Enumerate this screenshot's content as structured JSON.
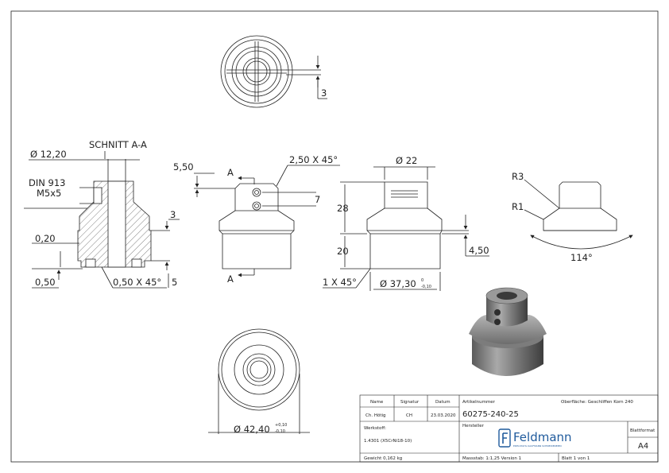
{
  "drawing": {
    "section_label": "SCHNITT A-A",
    "section_marker": "A",
    "views": {
      "top": {
        "dim_3": "3"
      },
      "section": {
        "dia": "Ø 12,20",
        "thread_1": "DIN 913",
        "thread_2": "M5x5",
        "d_3": "3",
        "d_020": "0,20",
        "d_050": "0,50",
        "chamfer": "0,50 X 45°",
        "d_5": "5"
      },
      "front": {
        "d_550": "5,50",
        "chamfer": "2,50 X 45°",
        "d_7": "7"
      },
      "side": {
        "dia22": "Ø 22",
        "d_28": "28",
        "d_20": "20",
        "d_450": "4,50",
        "chamfer": "1 X 45°",
        "dia37": "Ø 37,30",
        "tol_up": "0",
        "tol_dn": "-0,10"
      },
      "angle": {
        "r3": "R3",
        "r1": "R1",
        "angle": "114°"
      },
      "bottom": {
        "dia42": "Ø 42,40",
        "tol_up": "+0,10",
        "tol_dn": "-0,10"
      }
    }
  },
  "title_block": {
    "name_h": "Name",
    "sig_h": "Signatur",
    "date_h": "Datum",
    "name": "Ch. Hötig",
    "sig": "CH",
    "date": "23.03.2020",
    "article_h": "Artikelnummer",
    "surface": "Oberfläche: Geschliffen Korn 240",
    "article_no": "60275-240-25",
    "material_h": "Werkstoff:",
    "material": "1.4301 (X5CrNi18-10)",
    "maker_h": "Hersteller",
    "brand": "Feldmann",
    "brand_sub": "EDELSTAHL KAUFMANN SCHNEIDEREIEN",
    "format_h": "Blattformat",
    "format": "A4",
    "weight": "Gewicht 0,162 kg",
    "scale": "Massstab: 1:1,25   Version 1",
    "sheet": "Blatt 1 von 1"
  },
  "colors": {
    "line": "#222222",
    "brand": "#1f5a9c",
    "metal_dark": "#4b4b4b",
    "metal_light": "#8f8f8f"
  }
}
